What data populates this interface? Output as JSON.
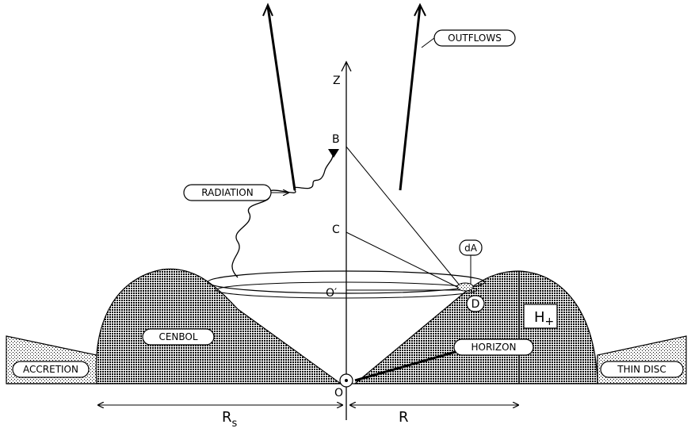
{
  "labels": {
    "outflows": "OUTFLOWS",
    "z_axis": "Z",
    "point_b": "B",
    "point_c": "C",
    "radiation": "RADIATION",
    "area_element": "dA",
    "origin_prime": "O′",
    "point_d": "D",
    "height": "H",
    "height_sub": "+",
    "cenbol": "CENBOL",
    "horizon": "HORIZON",
    "accretion": "ACCRETION",
    "thin_disc": "THIN DISC",
    "origin": "O",
    "shock_radius": "R",
    "shock_radius_sub": "s",
    "radius": "R"
  },
  "colors": {
    "ink": "#000000",
    "paper": "#ffffff",
    "hatch_bg": "#9a9a9a",
    "hatch_fg": "#000000"
  }
}
